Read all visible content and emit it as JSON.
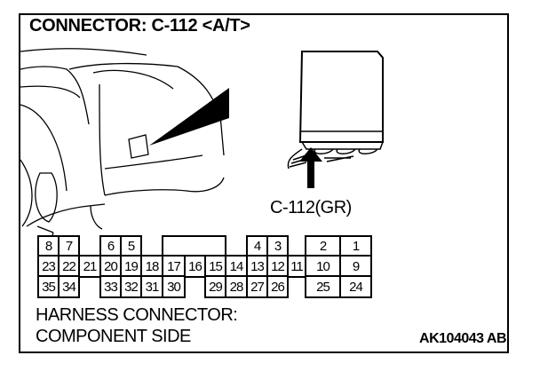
{
  "title": "CONNECTOR: C-112 <A/T>",
  "connector_label": "C-112(GR)",
  "caption_line1": "HARNESS CONNECTOR:",
  "caption_line2": "COMPONENT SIDE",
  "figure_code": "AK104043 AB",
  "pins": {
    "top": [
      {
        "n": "8",
        "col": 0
      },
      {
        "n": "7",
        "col": 1
      },
      {
        "n": "6",
        "col": 3
      },
      {
        "n": "5",
        "col": 4
      },
      {
        "n": "4",
        "col": 10
      },
      {
        "n": "3",
        "col": 11
      },
      {
        "n": "2",
        "col": 13
      },
      {
        "n": "1",
        "col": 14
      }
    ],
    "middle": [
      {
        "n": "23",
        "col": 0
      },
      {
        "n": "22",
        "col": 1
      },
      {
        "n": "21",
        "col": 2
      },
      {
        "n": "20",
        "col": 3
      },
      {
        "n": "19",
        "col": 4
      },
      {
        "n": "18",
        "col": 5
      },
      {
        "n": "17",
        "col": 6
      },
      {
        "n": "16",
        "col": 7
      },
      {
        "n": "15",
        "col": 8
      },
      {
        "n": "14",
        "col": 9
      },
      {
        "n": "13",
        "col": 10
      },
      {
        "n": "12",
        "col": 11
      },
      {
        "n": "11",
        "col": 12
      },
      {
        "n": "10",
        "col": 13
      },
      {
        "n": "9",
        "col": 14
      }
    ],
    "bottom": [
      {
        "n": "35",
        "col": 0
      },
      {
        "n": "34",
        "col": 1
      },
      {
        "n": "33",
        "col": 3
      },
      {
        "n": "32",
        "col": 4
      },
      {
        "n": "31",
        "col": 5
      },
      {
        "n": "30",
        "col": 6
      },
      {
        "n": "29",
        "col": 8
      },
      {
        "n": "28",
        "col": 9
      },
      {
        "n": "27",
        "col": 10
      },
      {
        "n": "26",
        "col": 11
      },
      {
        "n": "25",
        "col": 13
      },
      {
        "n": "24",
        "col": 14
      }
    ]
  }
}
